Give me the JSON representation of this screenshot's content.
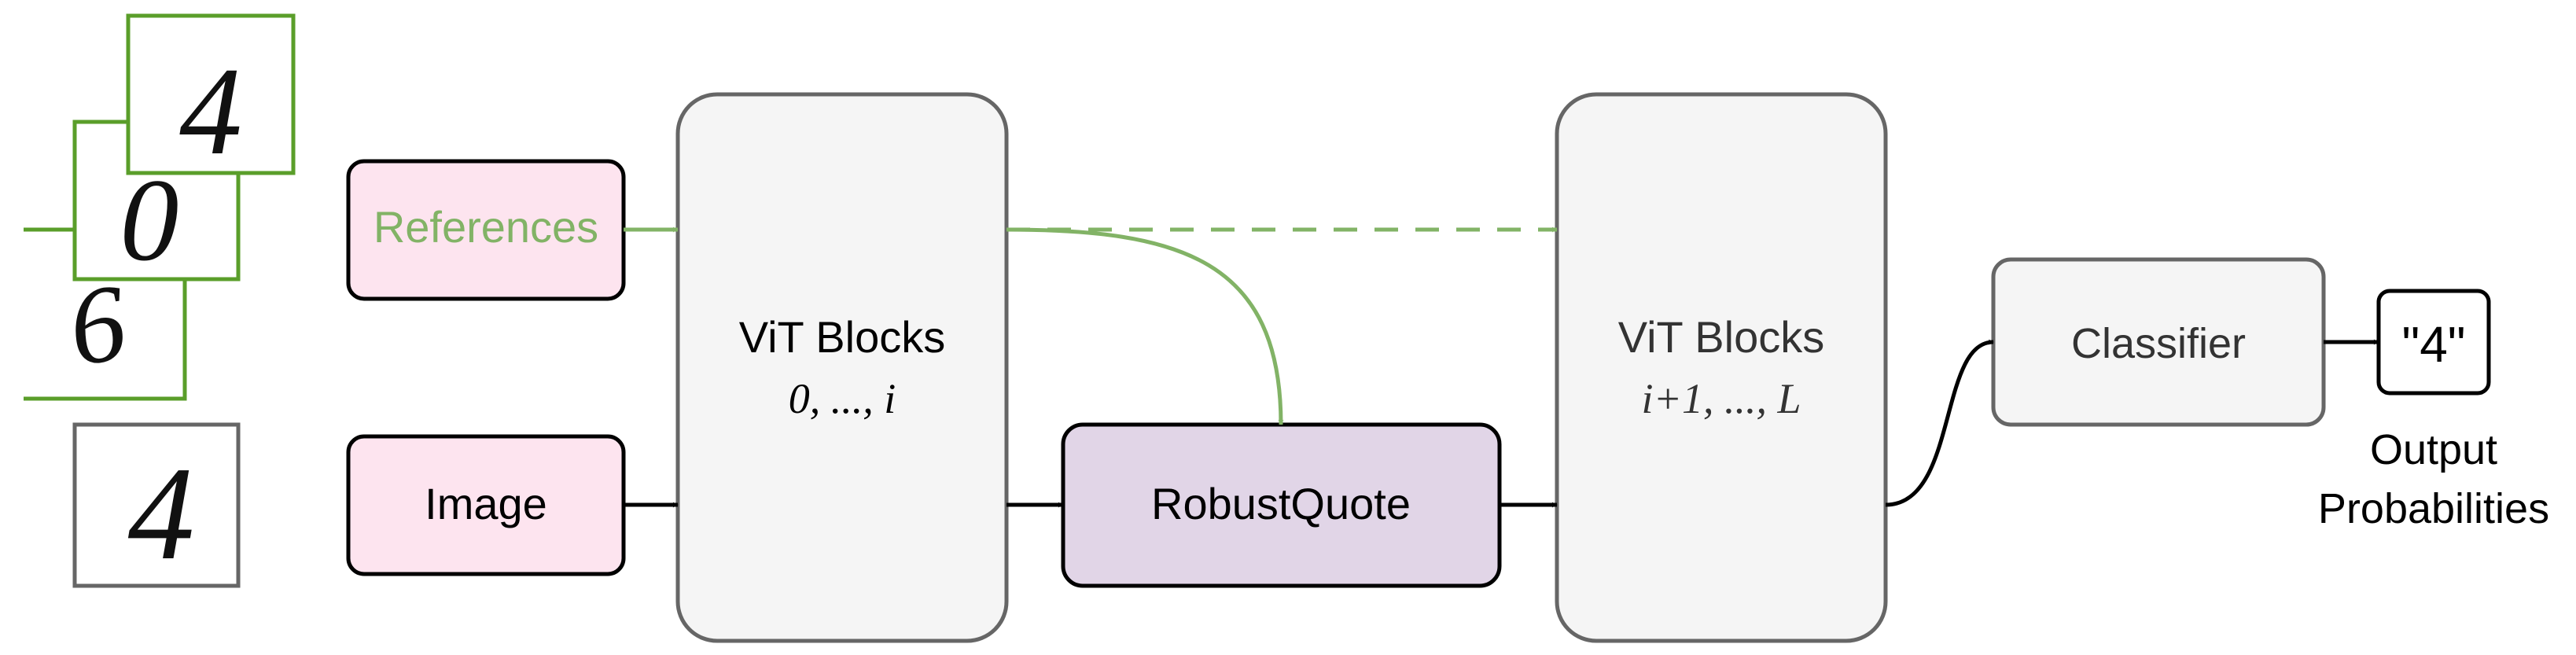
{
  "references_label": "References",
  "image_label": "Image",
  "vit_first": {
    "title": "ViT Blocks",
    "range": "0, ..., i"
  },
  "robustquote_label": "RobustQuote",
  "vit_second": {
    "title": "ViT Blocks",
    "range": "i+1, ..., L"
  },
  "classifier_label": "Classifier",
  "output_value": "\"4\"",
  "output_caption": [
    "Output",
    "Probabilities"
  ],
  "reference_digits": [
    "4",
    "0",
    "6"
  ],
  "input_digit": "4",
  "colors": {
    "reference_green": "#82b366",
    "digit_frame_green": "#5a9e2a",
    "pink_fill": "#fde4ef",
    "grey_fill": "#f5f5f5",
    "grey_stroke": "#666666",
    "purple_fill": "#e1d5e7",
    "black": "#000000"
  }
}
